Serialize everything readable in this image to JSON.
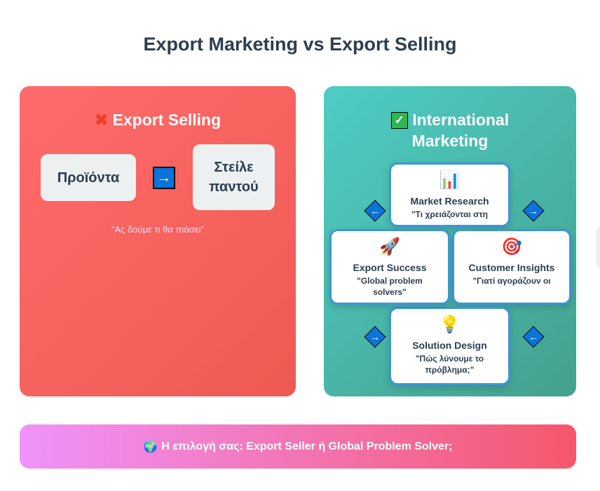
{
  "title": "Export Marketing vs Export Selling",
  "left": {
    "icon": "cross-mark-icon",
    "title": "Export Selling",
    "box1": "Προϊόντα",
    "arrow": "→",
    "box2": "Στείλε παντού",
    "quote": "\"Ας δούμε τι θα πιάσει\""
  },
  "right": {
    "icon": "check-mark-icon",
    "title_line1": "International",
    "title_line2": "Marketing",
    "cards": [
      {
        "icon": "📊",
        "title": "Market Research",
        "desc": "\"Τι χρειάζονται στη"
      },
      {
        "icon": "🎯",
        "title": "Customer Insights",
        "desc": "\"Γιατί αγοράζουν οι"
      },
      {
        "icon": "💡",
        "title": "Solution Design",
        "desc": "\"Πώς λύνουμε το πρόβλημα;\""
      },
      {
        "icon": "🚀",
        "title": "Export Success",
        "desc": "\"Global problem solvers\""
      }
    ],
    "arrows": [
      "←",
      "→",
      "→",
      "←"
    ]
  },
  "bottom": {
    "icon": "🌍",
    "text": "Η επιλογή σας: Export Seller ή Global Problem Solver;"
  },
  "colors": {
    "left": "#ff6b6b",
    "right": "#4ecdc4",
    "accent": "#3d95dc",
    "text": "#2c3e50"
  }
}
